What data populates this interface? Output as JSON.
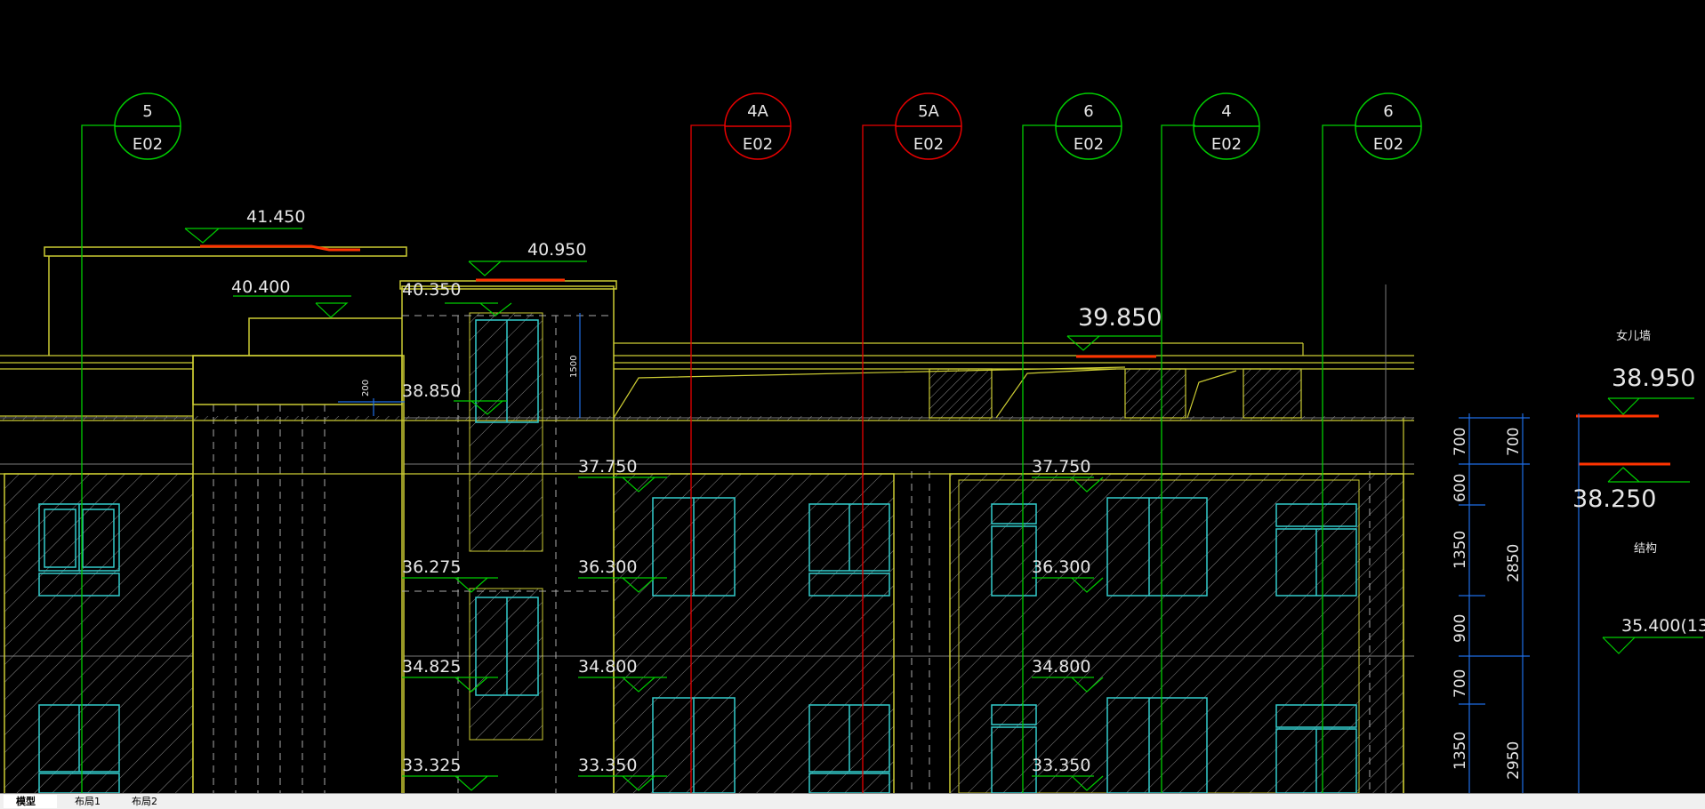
{
  "drawing": {
    "colors": {
      "background": "#000000",
      "green": "#00cc00",
      "red": "#e60000",
      "yellow": "#cccc33",
      "cyan": "#33cccc",
      "white": "#e6e6e6",
      "blue": "#1e6ee6",
      "grey": "#7a7a7a",
      "orange": "#ff3300"
    },
    "section_markers": [
      {
        "id": "5",
        "ref": "E02",
        "color": "green"
      },
      {
        "id": "4A",
        "ref": "E02",
        "color": "red"
      },
      {
        "id": "5A",
        "ref": "E02",
        "color": "red"
      },
      {
        "id": "6",
        "ref": "E02",
        "color": "green"
      },
      {
        "id": "4",
        "ref": "E02",
        "color": "green"
      },
      {
        "id": "6",
        "ref": "E02",
        "color": "green"
      }
    ],
    "elevations": {
      "e41450": "41.450",
      "e40950": "40.950",
      "e40400": "40.400",
      "e40350": "40.350",
      "e38850": "38.850",
      "e39850": "39.850",
      "e38950": "38.950",
      "e38250": "38.250",
      "e37750a": "37.750",
      "e37750b": "37.750",
      "e36275": "36.275",
      "e36300a": "36.300",
      "e36300b": "36.300",
      "e34825": "34.825",
      "e34800a": "34.800",
      "e34800b": "34.800",
      "e33325": "33.325",
      "e33350a": "33.350",
      "e33350b": "33.350",
      "e35400": "35.400(13"
    },
    "small_dims": {
      "d200": "200",
      "d1500": "1500"
    },
    "labels": {
      "parapet": "女儿墙",
      "structure": "结构"
    },
    "dims_right_col1": [
      "700",
      "600",
      "1350",
      "900",
      "700",
      "1350"
    ],
    "dims_right_col2": [
      "700",
      "2850",
      "2950"
    ]
  },
  "tabs": [
    {
      "label": "模型",
      "active": true
    },
    {
      "label": "布局1",
      "active": false
    },
    {
      "label": "布局2",
      "active": false
    }
  ]
}
